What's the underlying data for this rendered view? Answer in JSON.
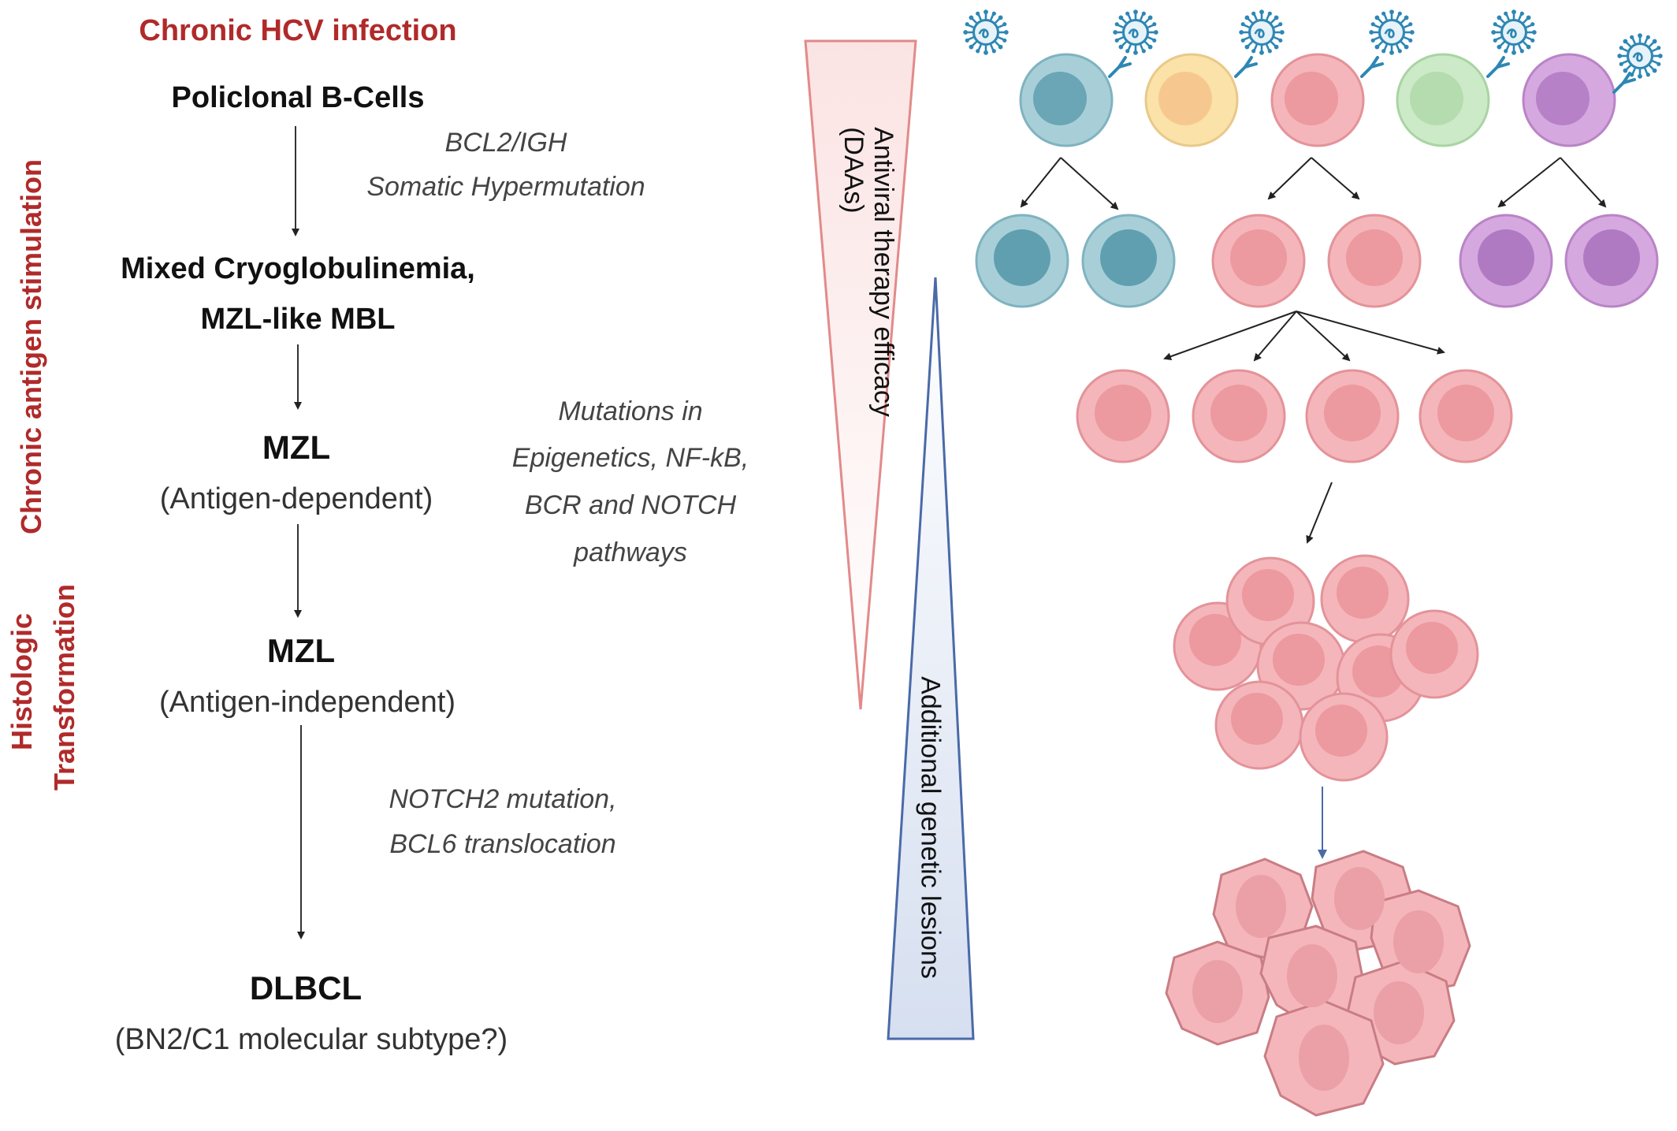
{
  "title": "Chronic HCV infection",
  "side_labels": {
    "chronic_stimulation": "Chronic antigen stimulation",
    "histologic_line1": "Histologic",
    "histologic_line2": "Transformation"
  },
  "stages": {
    "s1": "Policlonal B-Cells",
    "s2_line1": "Mixed Cryoglobulinemia,",
    "s2_line2": "MZL-like MBL",
    "s3_title": "MZL",
    "s3_sub": "(Antigen-dependent)",
    "s4_title": "MZL",
    "s4_sub": "(Antigen-independent)",
    "s5_title": "DLBCL",
    "s5_sub": "(BN2/C1 molecular subtype?)"
  },
  "annotations": {
    "a1_line1": "BCL2/IGH",
    "a1_line2": "Somatic Hypermutation",
    "a2_line1": "Mutations in",
    "a2_line2": "Epigenetics, NF-kB,",
    "a2_line3": "BCR and NOTCH",
    "a2_line4": "pathways",
    "a3_line1": "NOTCH2 mutation,",
    "a3_line2": "BCL6 translocation"
  },
  "wedges": {
    "antiviral_line1": "Antiviral therapy efficacy",
    "antiviral_line2": "(DAAs)",
    "genetic": "Additional genetic lesions"
  },
  "colors": {
    "title_red": "#b02a2a",
    "cell_blue": "#a8cfd8",
    "cell_yellow": "#fbe2a8",
    "cell_pink": "#f4b6ba",
    "cell_green": "#cdeac8",
    "cell_purple": "#d6a8e0",
    "virus": "#2d87b4",
    "wedge_red": "#e28a8a",
    "wedge_blue": "#4a6aa8"
  }
}
